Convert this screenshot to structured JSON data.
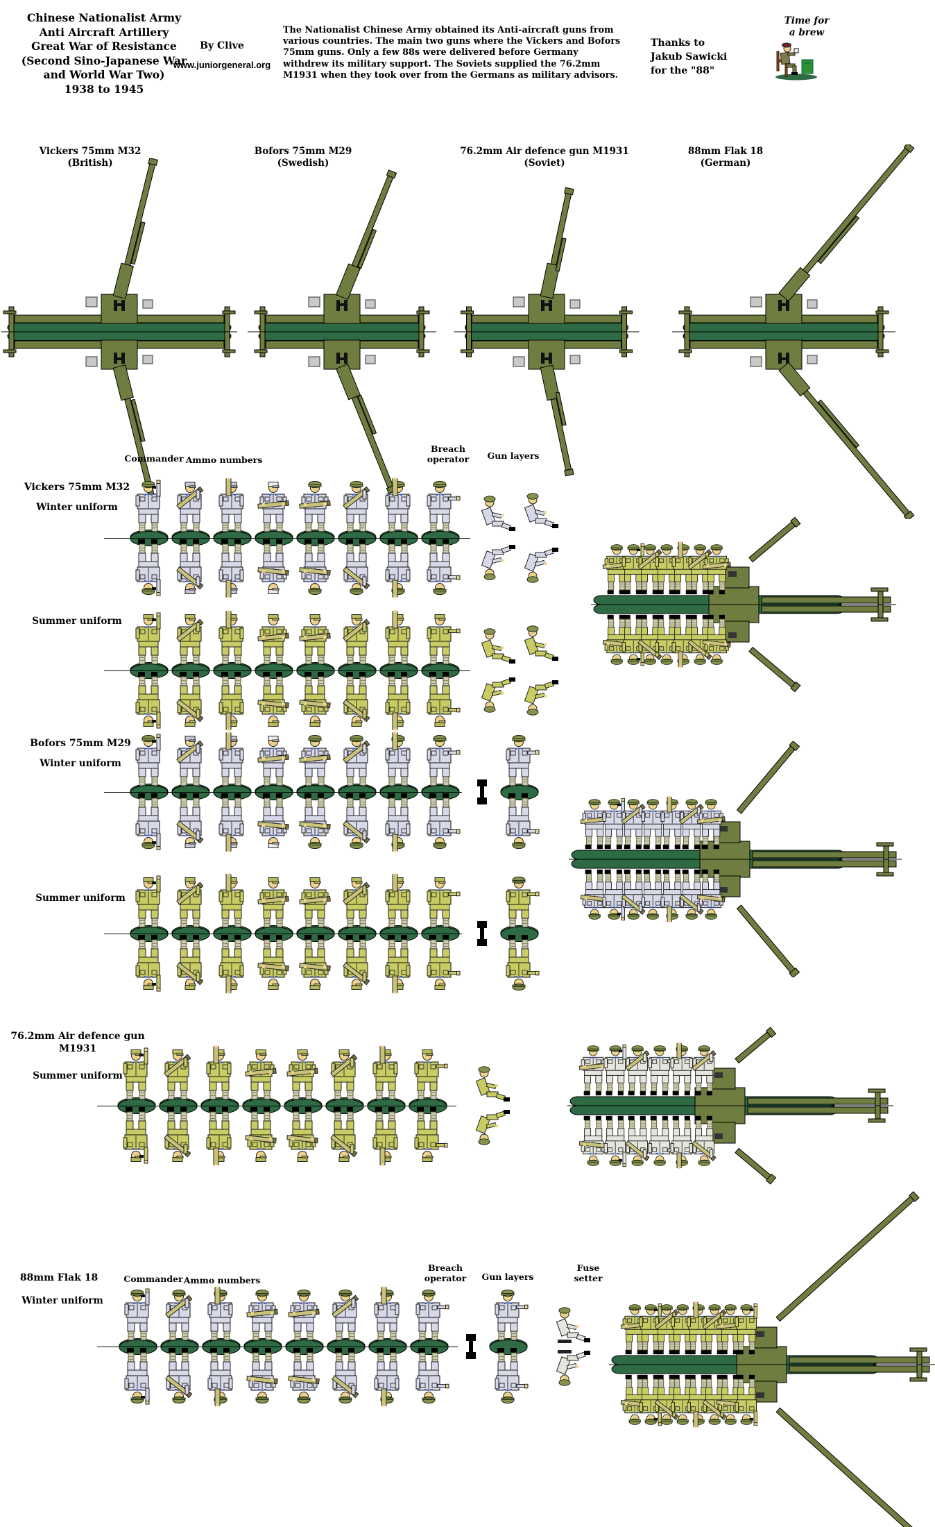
{
  "header": {
    "title": "Chinese Nationalist Army\nAnti Aircraft Artillery\nGreat War of Resistance\n(Second Sino-Japanese War\nand World War Two)\n1938 to 1945",
    "byline": "By Clive",
    "website": "www.juniorgeneral.org",
    "intro": "The Nationalist Chinese Army obtained its Anti-aircraft guns from various countries. The main two guns where the Vickers and Bofors 75mm guns. Only a few 88s were delivered before Germany withdrew its military support. The Soviets supplied the 76.2mm M1931 when they took over from the Germans as military advisors.",
    "thanks": "Thanks to\nJakub Sawicki\nfor the \"88\"",
    "brew_caption": "Time for\na brew"
  },
  "gun_gallery": [
    {
      "name": "Vickers 75mm  M32",
      "origin": "(British)"
    },
    {
      "name": "Bofors 75mm M29",
      "origin": "(Swedish)"
    },
    {
      "name": "76.2mm Air defence gun M1931",
      "origin": "(Soviet)"
    },
    {
      "name": "88mm Flak 18",
      "origin": "(German)"
    }
  ],
  "roles": {
    "commander": "Commander",
    "ammo": "Ammo numbers",
    "breach": "Breach\noperator",
    "gun_layers": "Gun layers",
    "fuse": "Fuse\nsetter"
  },
  "sections": [
    {
      "title": "Vickers 75mm  M32",
      "rows": [
        {
          "label": "Winter uniform",
          "uniform": "winter"
        },
        {
          "label": "Summer uniform",
          "uniform": "summer"
        }
      ]
    },
    {
      "title": "Bofors 75mm M29",
      "rows": [
        {
          "label": "Winter uniform",
          "uniform": "winter"
        },
        {
          "label": "Summer uniform",
          "uniform": "summer"
        }
      ]
    },
    {
      "title": "76.2mm Air defence gun\nM1931",
      "rows": [
        {
          "label": "Summer uniform",
          "uniform": "summer"
        }
      ]
    },
    {
      "title": "88mm Flak 18",
      "rows": [
        {
          "label": "Winter uniform",
          "uniform": "winter"
        }
      ]
    }
  ],
  "figure_rows": [
    {
      "section": "Vickers 75mm M32",
      "uniform": "winter",
      "standing": 8,
      "seated_gun_layers": 2
    },
    {
      "section": "Vickers 75mm M32",
      "uniform": "summer",
      "standing": 8,
      "seated_gun_layers": 2
    },
    {
      "section": "Bofors 75mm M29",
      "uniform": "winter",
      "standing": 8,
      "layer_seats": 1,
      "standing_gun_layers": 1
    },
    {
      "section": "Bofors 75mm M29",
      "uniform": "summer",
      "standing": 8,
      "layer_seats": 1,
      "standing_gun_layers": 1
    },
    {
      "section": "76.2mm M1931",
      "uniform": "summer",
      "standing": 8,
      "seated_gun_layers": 1
    },
    {
      "section": "88mm Flak 18",
      "uniform": "winter",
      "standing": 8,
      "layer_seats": 1,
      "standing_gun_layers": 1,
      "fuse_setters": 1
    }
  ],
  "gun_pieces": [
    {
      "gun": "Vickers 75mm M32",
      "crew_uniform": "summer",
      "crew": 7
    },
    {
      "gun": "Bofors 75mm M29",
      "crew_uniform": "winter",
      "crew": 7
    },
    {
      "gun": "76.2mm Air defence gun M1931",
      "crew_uniform": "white",
      "crew": 6
    },
    {
      "gun": "88mm Flak 18",
      "crew_uniform": "summer",
      "crew": 8
    }
  ],
  "colors": {
    "base_green": "#2e6a43",
    "gun_olive": "#6f7d40",
    "uniform_winter": "#d8d9e8",
    "uniform_summer": "#c9cc62",
    "uniform_white": "#e4e5dc",
    "helmet_olive": "#8a9150",
    "skin": "#eed28c",
    "shell_khaki": "#c9c27a",
    "cap_winter": "#c5c5d6",
    "cap_white": "#ececec",
    "beret_maroon": "#7e2030",
    "crate_green": "#2f8f35",
    "chair_brown": "#8a4a1e",
    "ink": "#000000"
  }
}
